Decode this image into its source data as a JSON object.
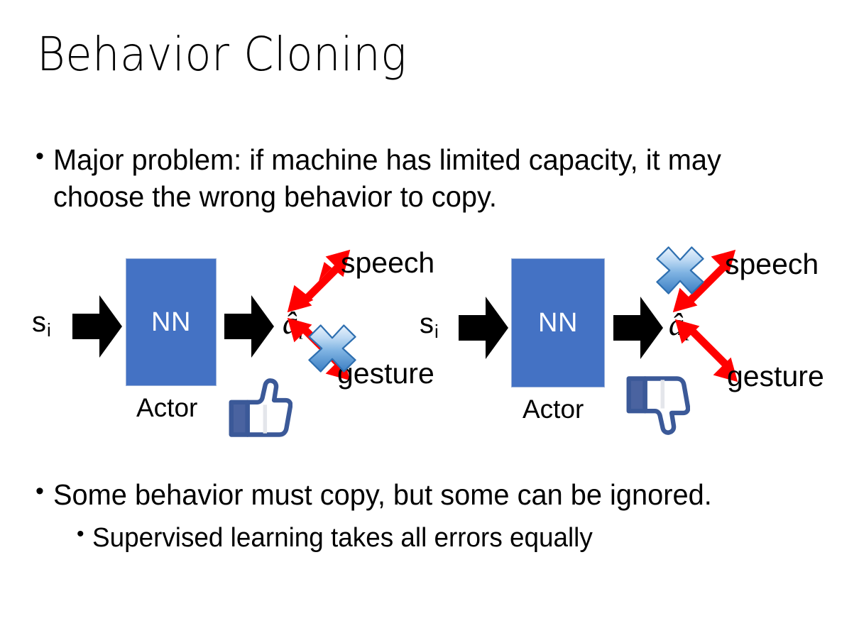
{
  "slide": {
    "title": "Behavior Cloning",
    "background_color": "#FFFFFF"
  },
  "bullets": {
    "top": {
      "marker": "•",
      "text": "Major problem: if machine has limited capacity, it may choose the wrong behavior to copy."
    },
    "bottom_primary": {
      "marker": "•",
      "text": "Some behavior must copy, but some can be ignored."
    },
    "bottom_secondary": {
      "marker": "•",
      "text": "Supervised learning takes all errors equally"
    }
  },
  "colors": {
    "nn_box_blue": "#4472C4",
    "arrow_black": "#000000",
    "red_arrow": "#FF0000",
    "cross_blue_light": "#BBD7F2",
    "cross_blue_dark": "#2E74B5",
    "thumb_blue": "#3B5998"
  },
  "diagram_left": {
    "state_label": "s",
    "state_subscript": "i",
    "input_arrow_icon": "right-block-arrow-icon",
    "nn_label": "NN",
    "nn_caption": "Actor",
    "output_arrow_icon": "right-block-arrow-icon",
    "action_label": "â",
    "action_subscript": "i",
    "branch_up_label": "speech",
    "branch_down_label": "gesture",
    "branch_up_arrow_icon": "red-double-arrow-icon",
    "branch_down_arrow_icon": "red-double-arrow-icon",
    "blocked_branch": "gesture",
    "cross_icon": "blue-cross-icon",
    "feedback_icon": "thumbs-up-icon",
    "feedback_sentiment": "positive"
  },
  "diagram_right": {
    "state_label": "s",
    "state_subscript": "i",
    "input_arrow_icon": "right-block-arrow-icon",
    "nn_label": "NN",
    "nn_caption": "Actor",
    "output_arrow_icon": "right-block-arrow-icon",
    "action_label": "â",
    "action_subscript": "i",
    "branch_up_label": "speech",
    "branch_down_label": "gesture",
    "branch_up_arrow_icon": "red-double-arrow-icon",
    "branch_down_arrow_icon": "red-double-arrow-icon",
    "blocked_branch": "speech",
    "cross_icon": "blue-cross-icon",
    "feedback_icon": "thumbs-down-icon",
    "feedback_sentiment": "negative"
  }
}
